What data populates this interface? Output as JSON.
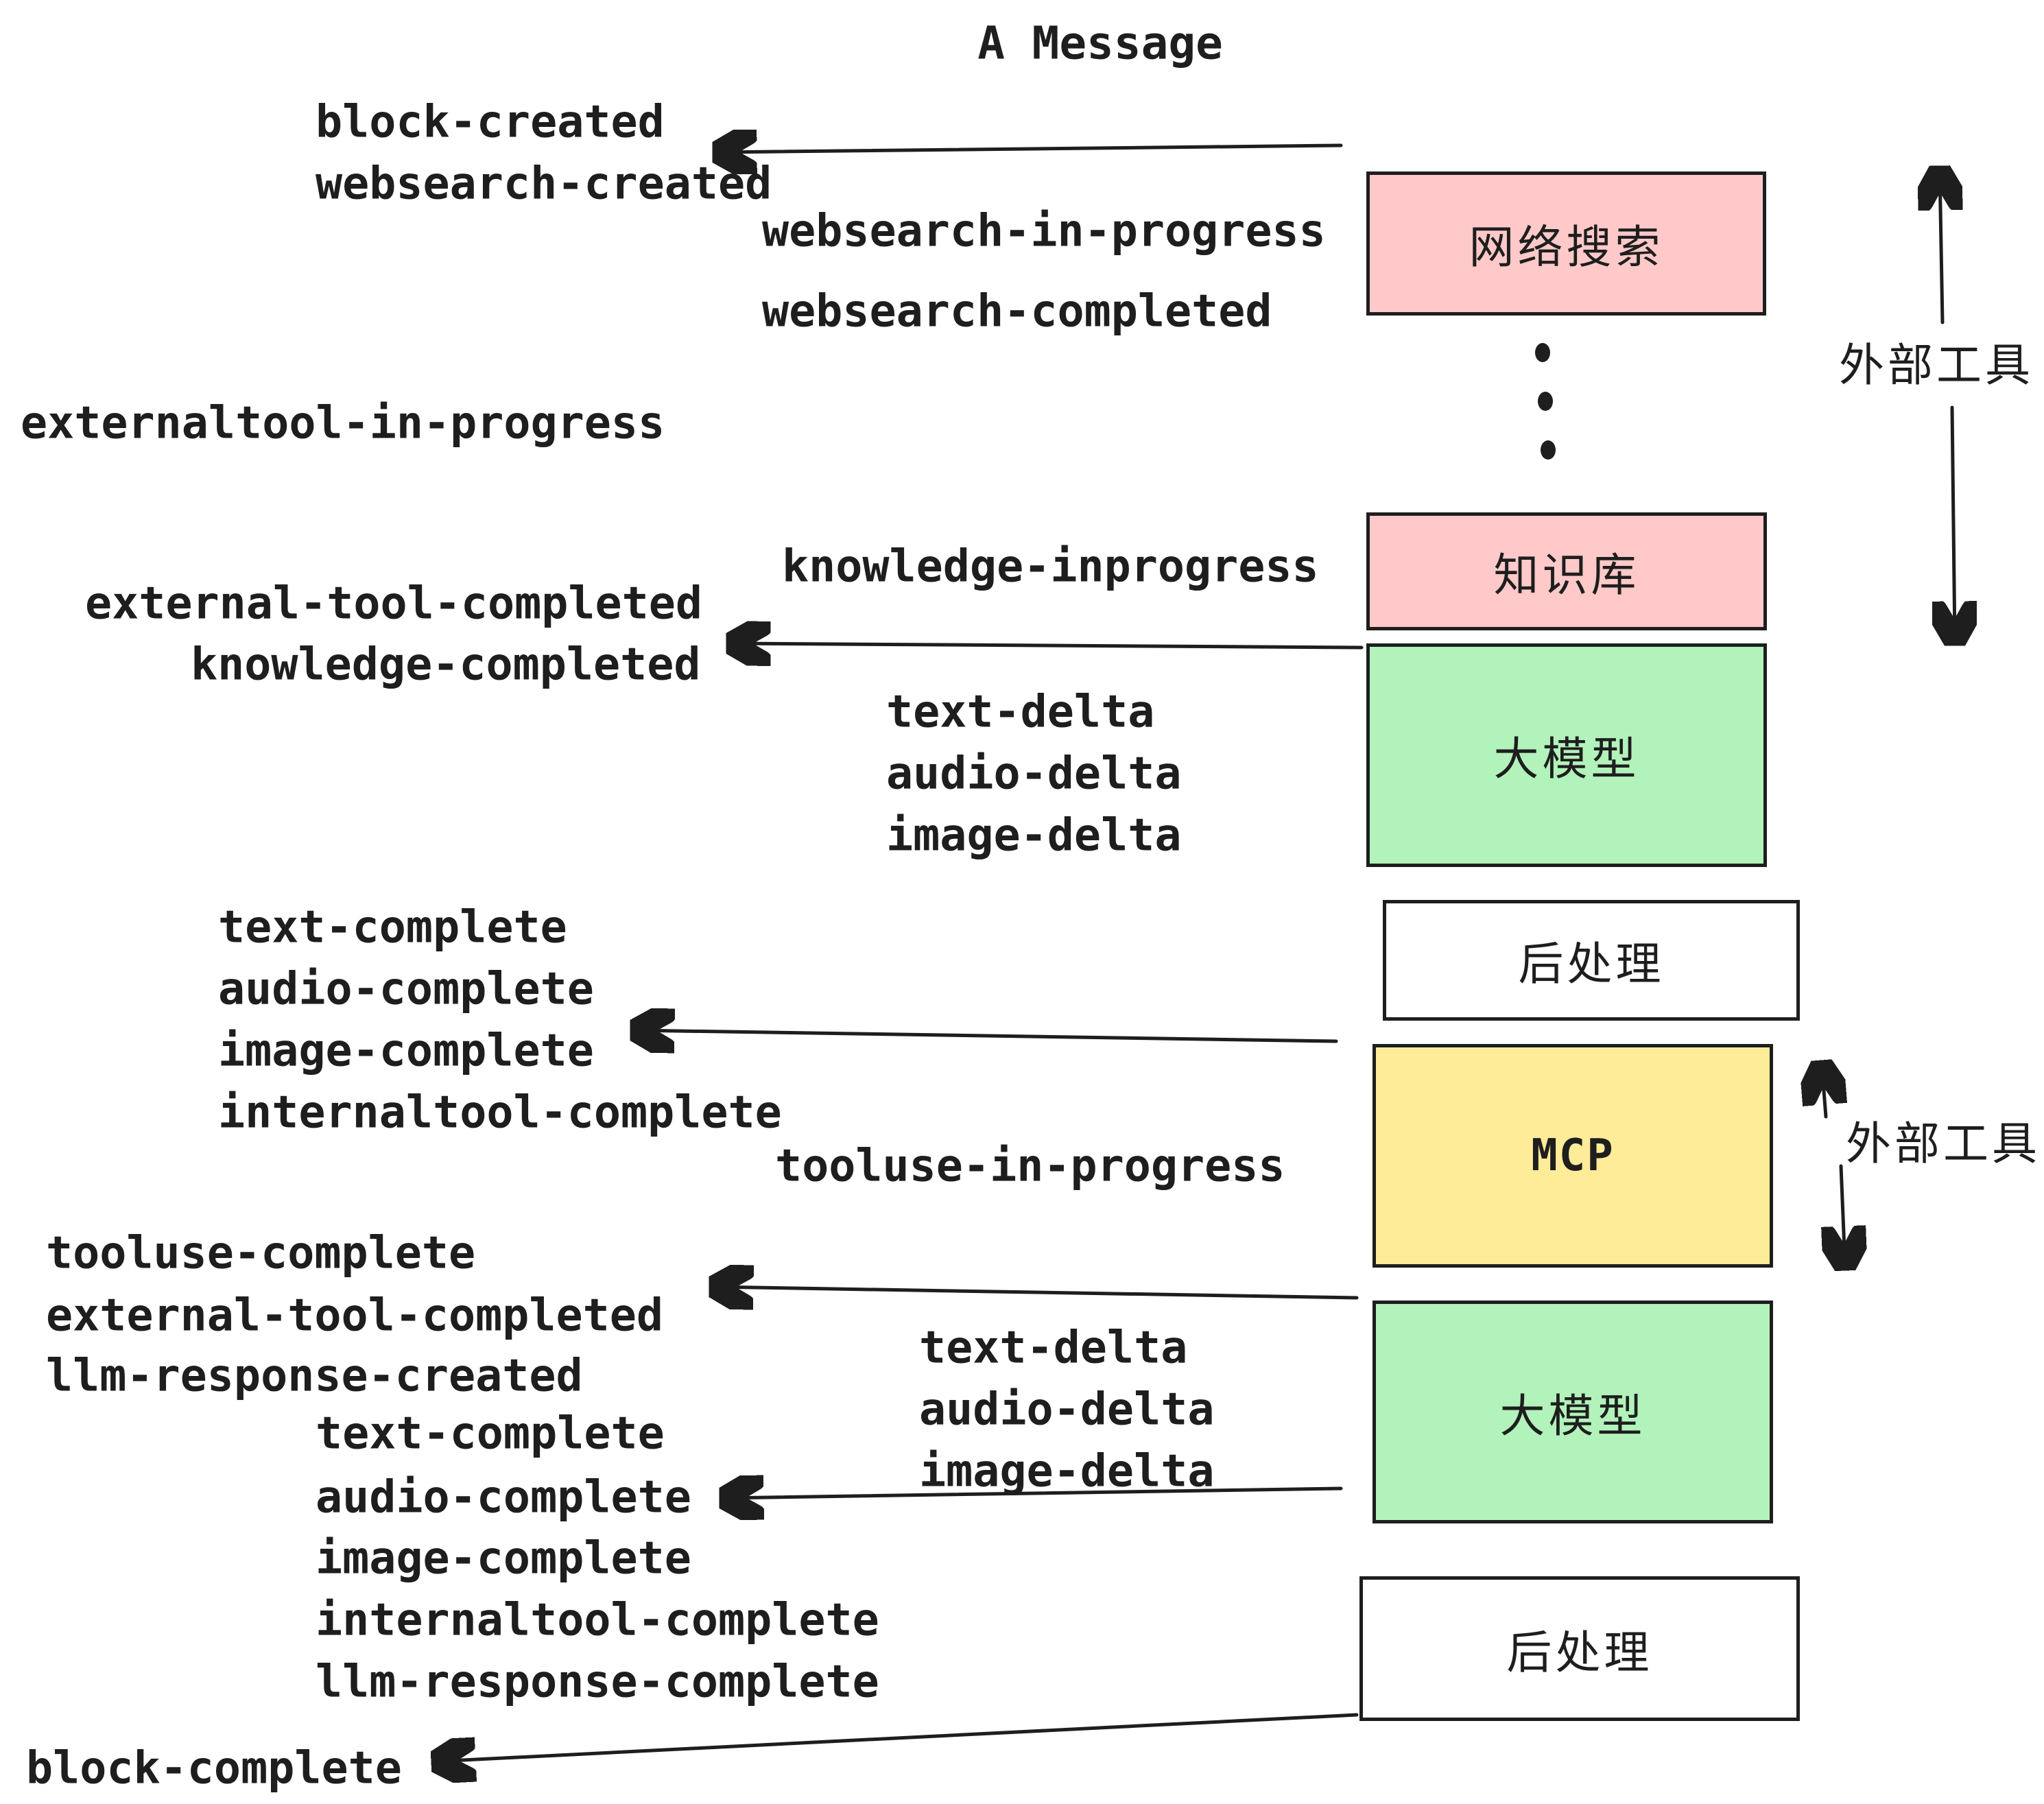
{
  "title": "A Message",
  "boxes": {
    "websearch": "网络搜索",
    "knowledge": "知识库",
    "llm1": "大模型",
    "post1": "后处理",
    "mcp": "MCP",
    "llm2": "大模型",
    "post2": "后处理"
  },
  "side": {
    "external_tools_upper": "外部工具",
    "external_tools_lower": "外部工具"
  },
  "events": {
    "block_created": "block-created",
    "websearch_created": "websearch-created",
    "websearch_in_progress": "websearch-in-progress",
    "websearch_completed": "websearch-completed",
    "externaltool_in_progress": "externaltool-in-progress",
    "knowledge_inprogress": "knowledge-inprogress",
    "external_tool_completed": "external-tool-completed",
    "knowledge_completed": "knowledge-completed",
    "text_delta": "text-delta",
    "audio_delta": "audio-delta",
    "image_delta": "image-delta",
    "text_complete": "text-complete",
    "audio_complete": "audio-complete",
    "image_complete": "image-complete",
    "internaltool_complete": "internaltool-complete",
    "tooluse_in_progress": "tooluse-in-progress",
    "tooluse_complete": "tooluse-complete",
    "llm_response_created": "llm-response-created",
    "llm_response_complete": "llm-response-complete",
    "block_complete": "block-complete"
  },
  "colors": {
    "pink": "#ffc9c9",
    "green": "#b2f2bb",
    "yellow": "#ffec99",
    "white": "#ffffff",
    "ink": "#1e1e1e"
  }
}
